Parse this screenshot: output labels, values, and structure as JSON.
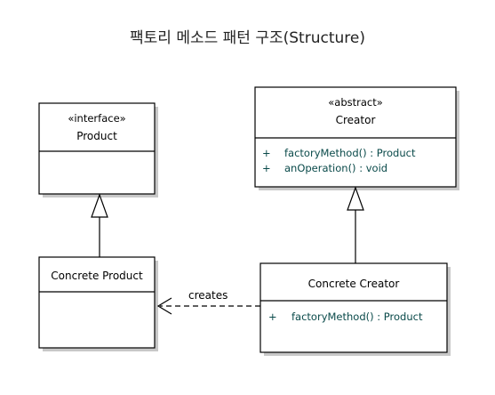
{
  "title": "팩토리 메소드 패턴 구조(Structure)",
  "product": {
    "stereotype": "«interface»",
    "name": "Product"
  },
  "creator": {
    "stereotype": "«abstract»",
    "name": "Creator",
    "operations": [
      {
        "visibility": "+",
        "signature": "factoryMethod() : Product"
      },
      {
        "visibility": "+",
        "signature": "anOperation() : void"
      }
    ]
  },
  "concrete_product": {
    "name": "Concrete Product"
  },
  "concrete_creator": {
    "name": "Concrete Creator",
    "operations": [
      {
        "visibility": "+",
        "signature": "factoryMethod() : Product"
      }
    ]
  },
  "relations": {
    "creates_label": "creates"
  }
}
